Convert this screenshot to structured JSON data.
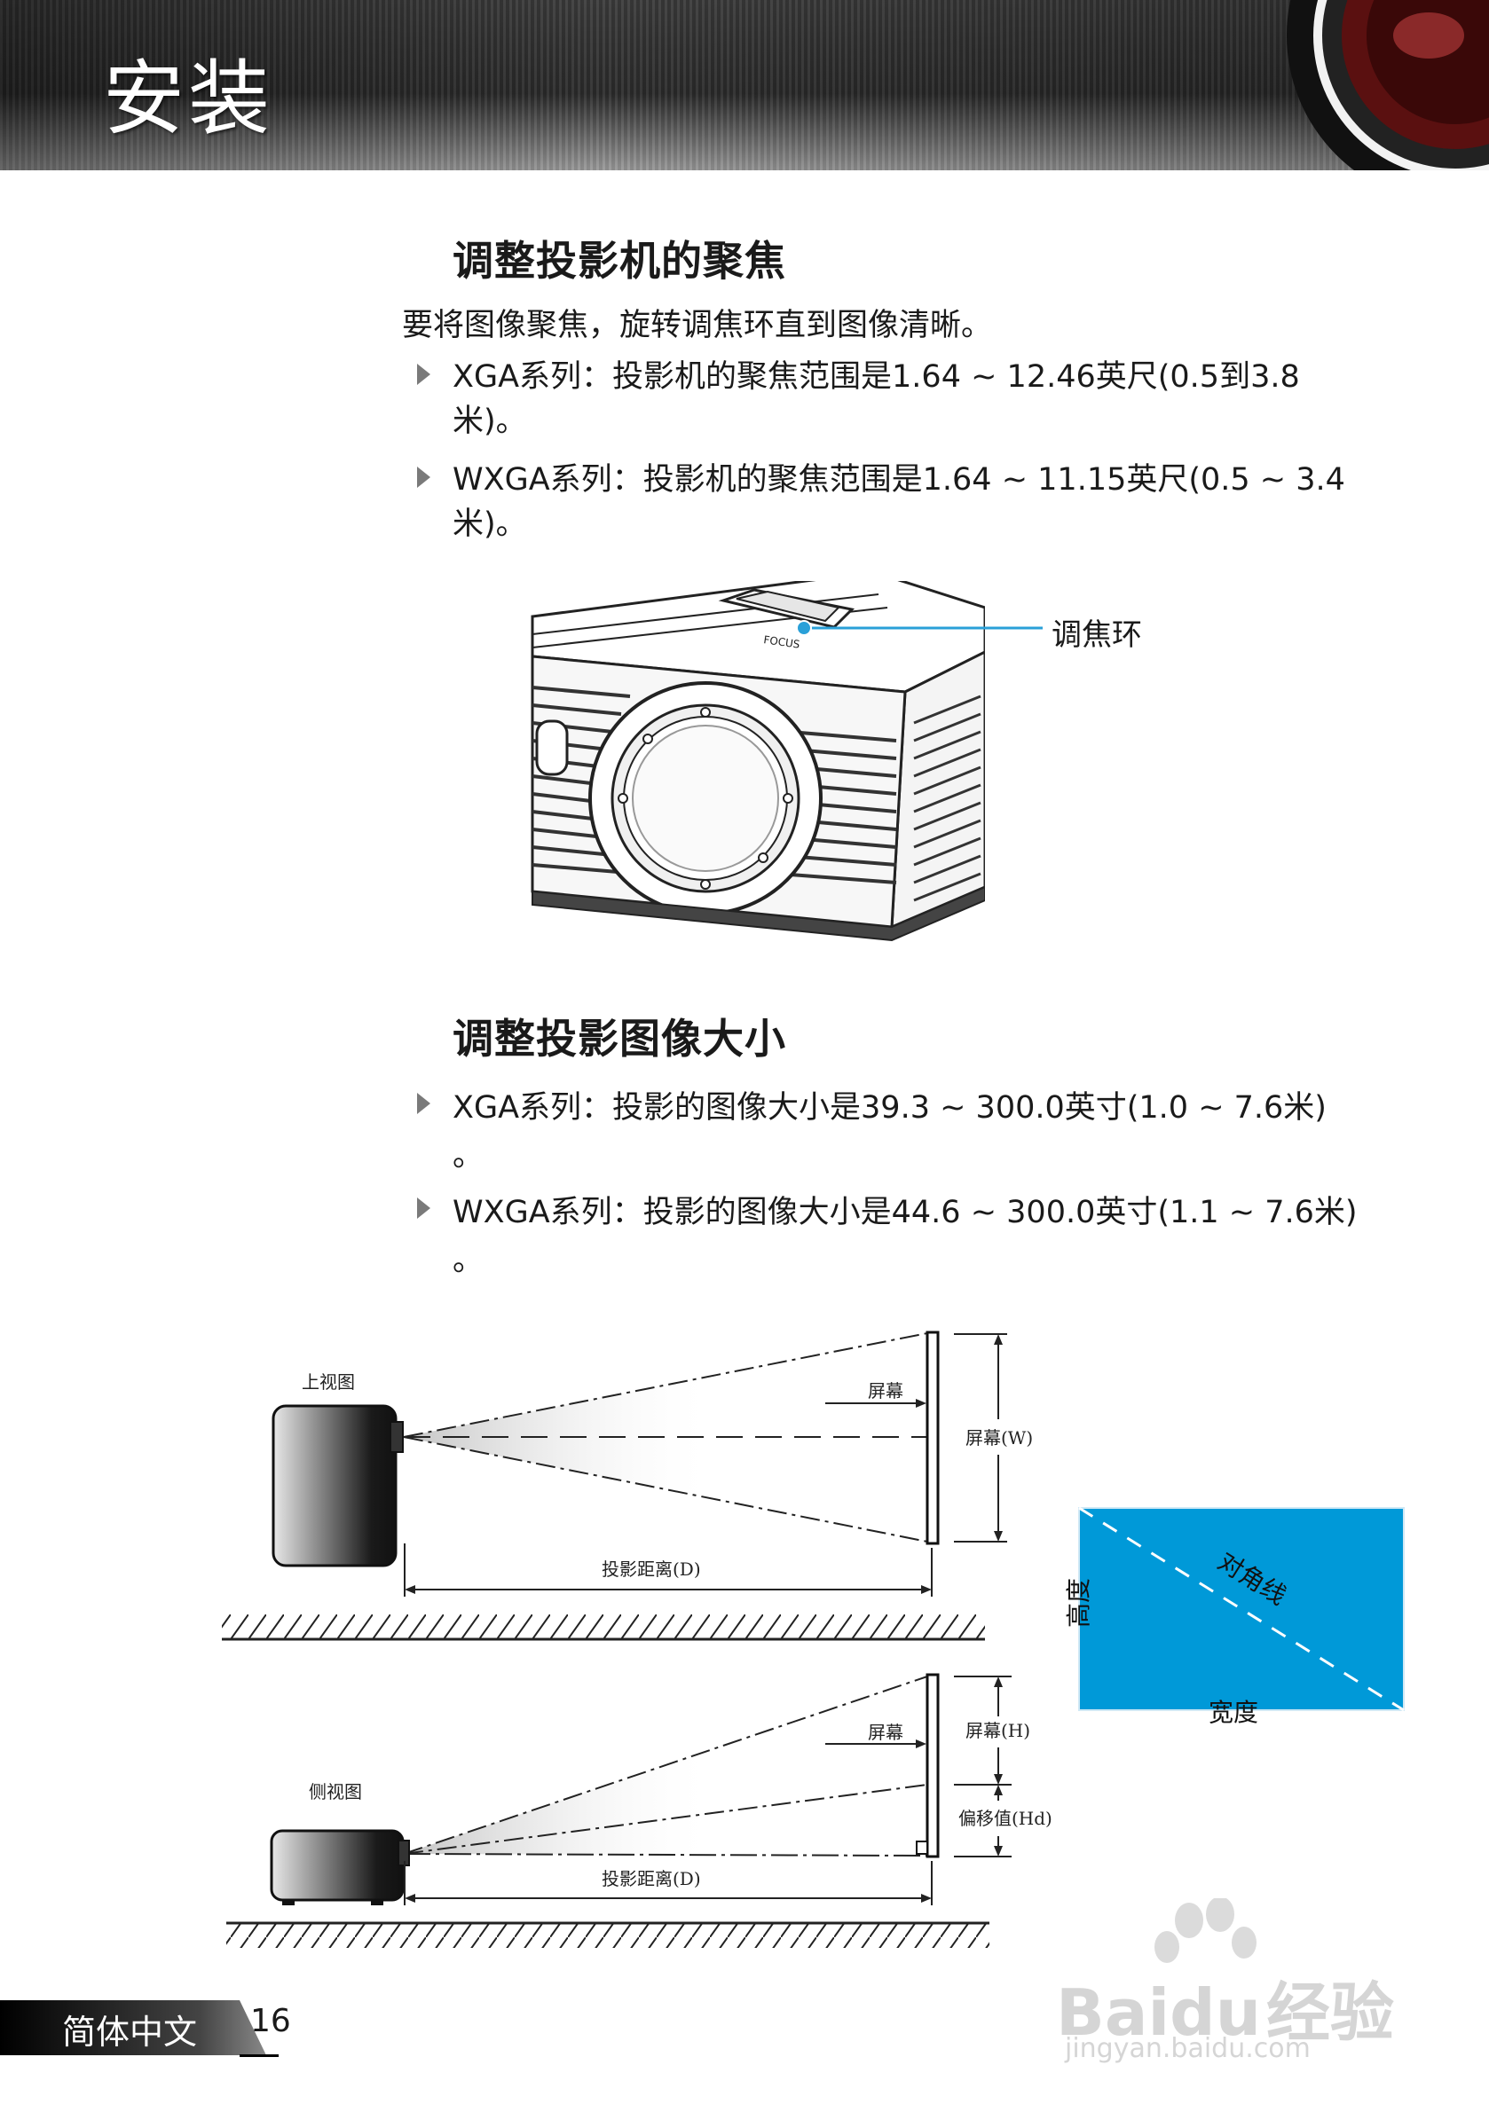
{
  "header": {
    "title": "安装"
  },
  "focus": {
    "heading": "调整投影机的聚焦",
    "intro": "要将图像聚焦，旋转调焦环直到图像清晰。",
    "bullets": [
      {
        "line1": "XGA系列：投影机的聚焦范围是1.64 ~ 12.46英尺(0.5到3.8",
        "line2": "米)。"
      },
      {
        "line1": "WXGA系列：投影机的聚焦范围是1.64 ~ 11.15英尺(0.5 ~ 3.4",
        "line2": "米)。"
      }
    ],
    "image": {
      "callout": "调焦环",
      "focus_mark": "FOCUS"
    }
  },
  "size": {
    "heading": "调整投影图像大小",
    "bullets": [
      {
        "line1": "XGA系列：投影的图像大小是39.3 ~ 300.0英寸(1.0 ~ 7.6米)",
        "line2": "。"
      },
      {
        "line1": "WXGA系列：投影的图像大小是44.6 ~ 300.0英寸(1.1 ~ 7.6米)",
        "line2": "。"
      }
    ]
  },
  "diagram": {
    "top_view": "上视图",
    "side_view": "侧视图",
    "screen": "屏幕",
    "screen_w": "屏幕(W)",
    "screen_h": "屏幕(H)",
    "offset": "偏移值(Hd)",
    "distance": "投影距离(D)",
    "diagonal": "对角线",
    "height": "高度",
    "width": "宽度",
    "screen_color": "#0099d8"
  },
  "footer": {
    "language": "简体中文",
    "page": "16"
  },
  "watermark": {
    "brand": "Bai",
    "brand2": "du",
    "brand_cn": "经验",
    "url": "jingyan.baidu.com"
  }
}
